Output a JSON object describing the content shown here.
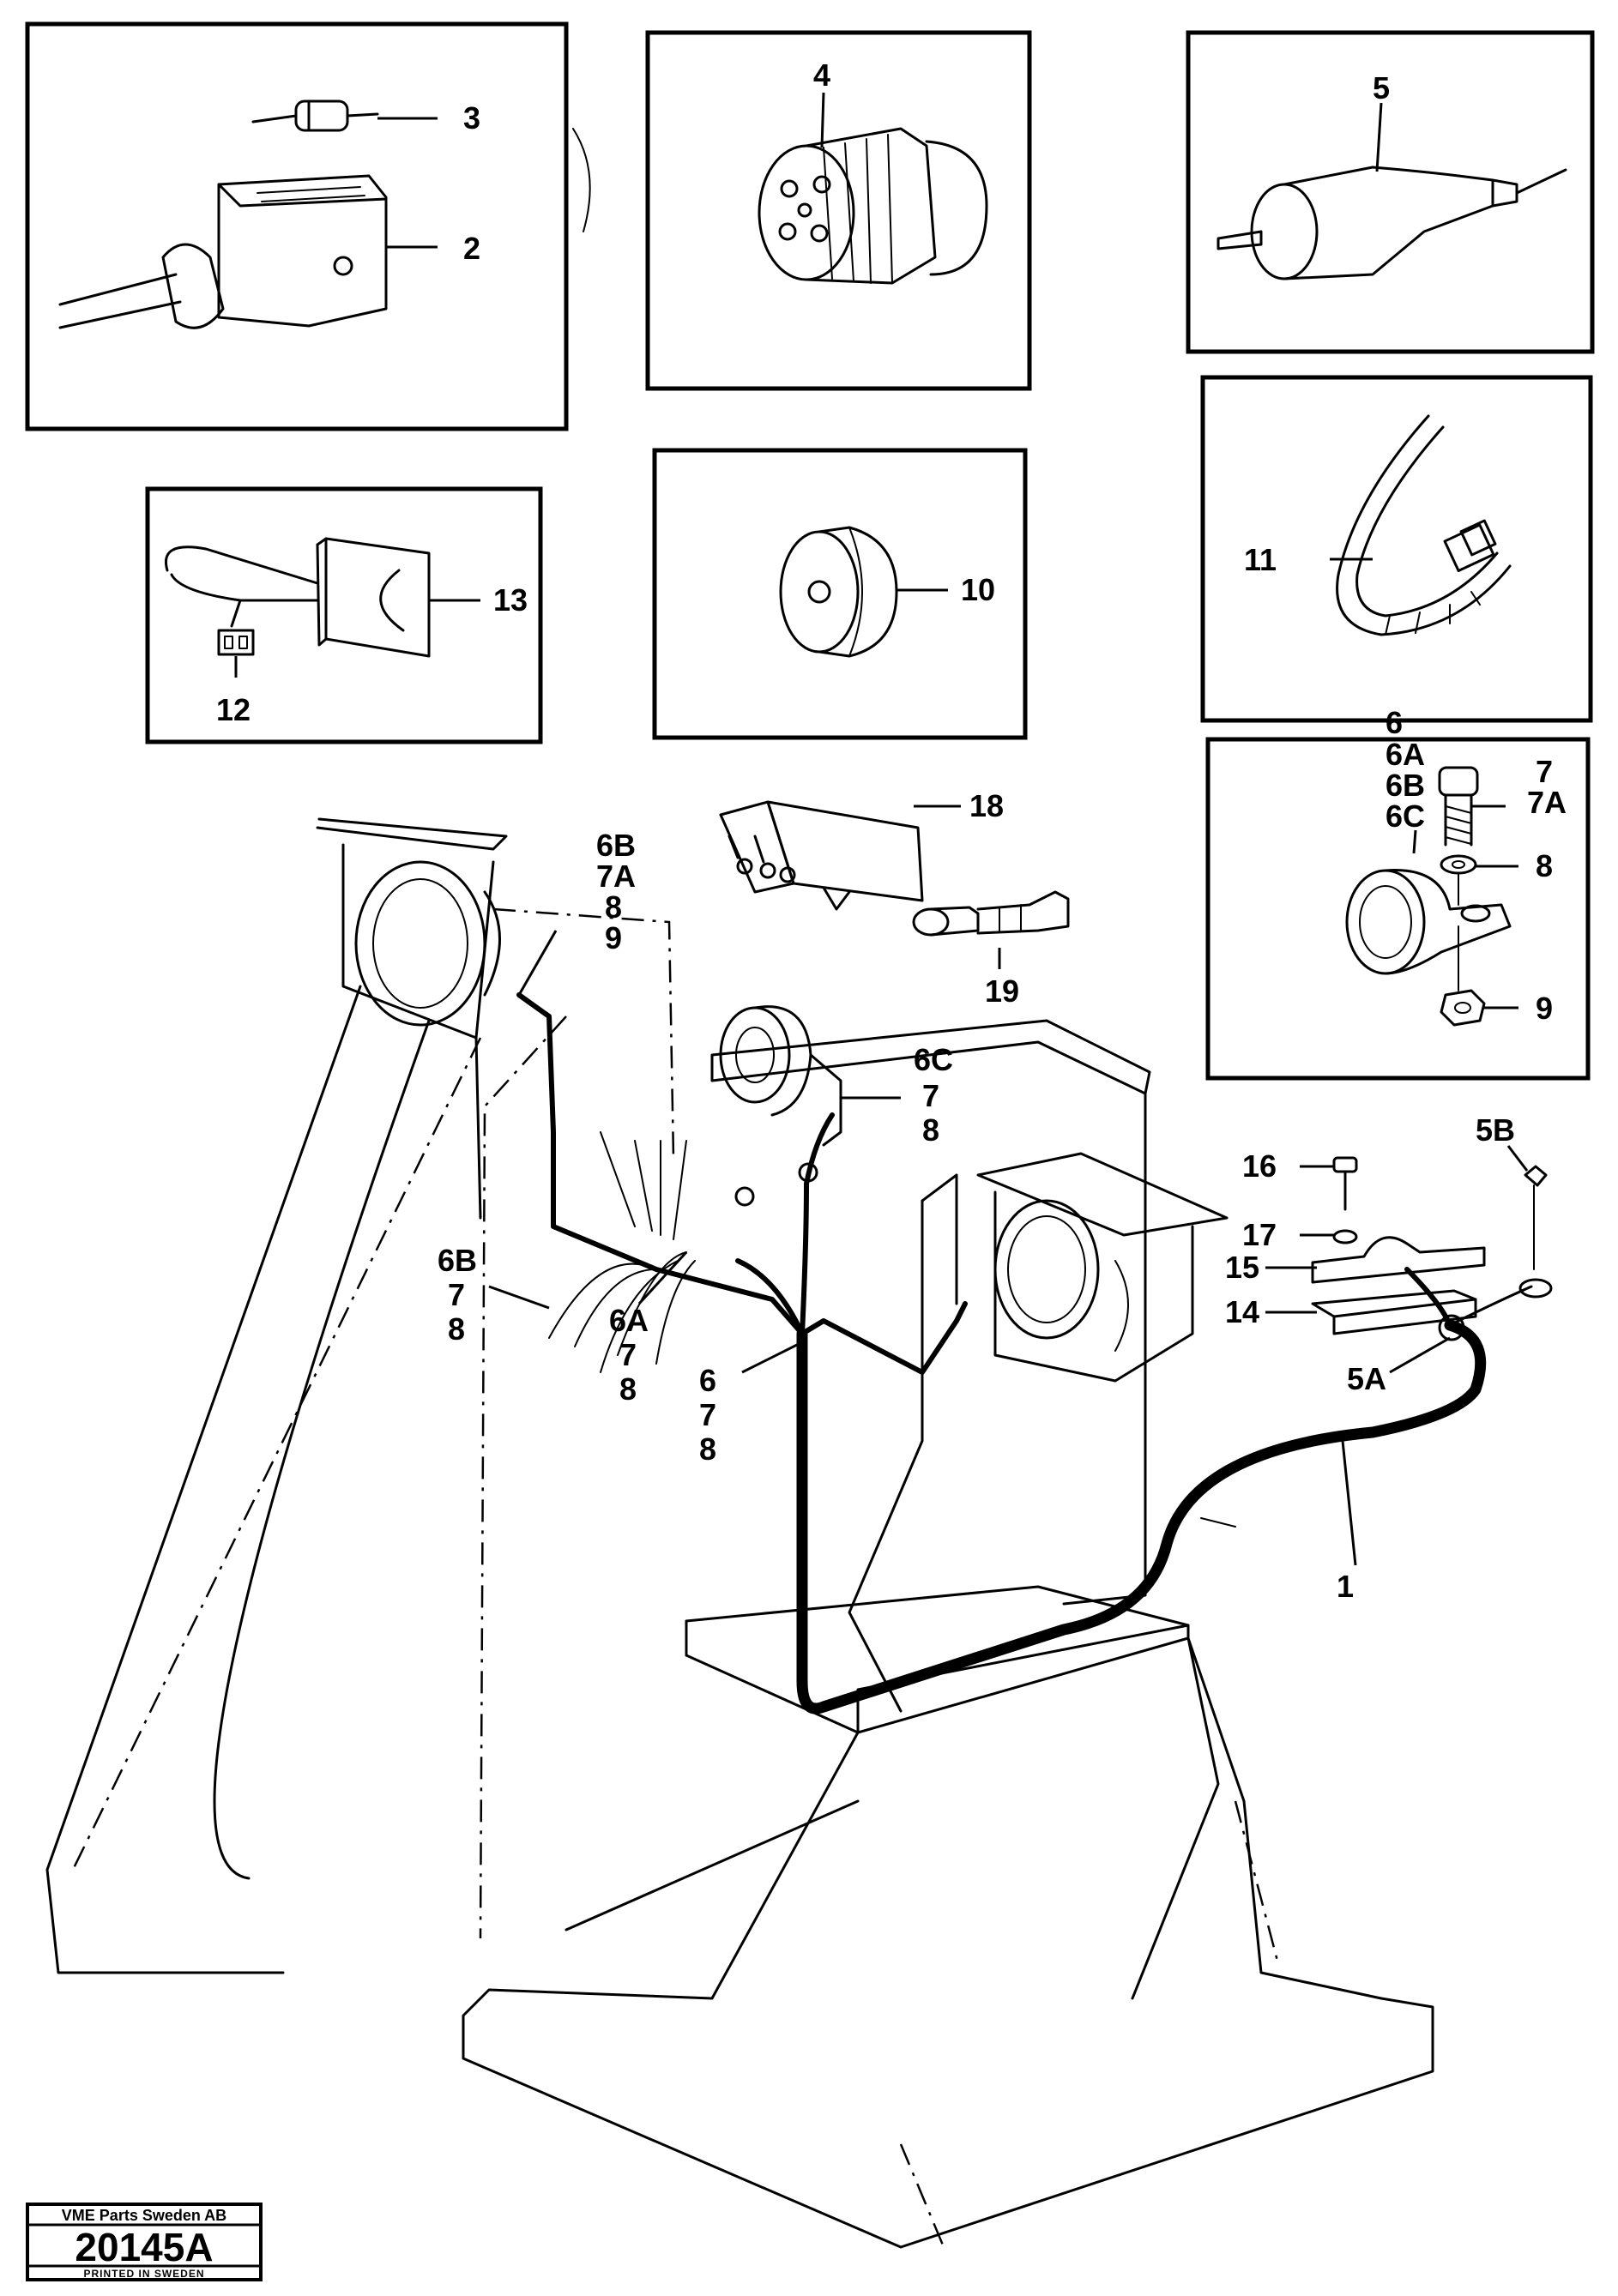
{
  "labels": {
    "p1": "1",
    "p2": "2",
    "p3": "3",
    "p4": "4",
    "p5": "5",
    "p10": "10",
    "p11": "11",
    "p12": "12",
    "p13": "13",
    "p18": "18",
    "p19": "19",
    "clip_a": "6",
    "clip_b": "6A",
    "clip_c": "6B",
    "clip_d": "6C",
    "screw_a": "7",
    "screw_b": "7A",
    "washer": "8",
    "nut": "9",
    "lamp_l_a": "6B",
    "lamp_l_b": "7A",
    "lamp_l_c": "8",
    "lamp_l_d": "9",
    "horn_a": "6C",
    "horn_b": "7",
    "horn_c": "8",
    "left_a": "6B",
    "left_b": "7",
    "left_c": "8",
    "mid_a": "6A",
    "mid_b": "7",
    "mid_c": "8",
    "ctr_a": "6",
    "ctr_b": "7",
    "ctr_c": "8",
    "p16": "16",
    "p17": "17",
    "p15": "15",
    "p14": "14",
    "p5a": "5A",
    "p5b": "5B"
  },
  "stamp": {
    "company": "VME Parts Sweden AB",
    "code": "20145A",
    "printed": "PRINTED IN SWEDEN"
  }
}
